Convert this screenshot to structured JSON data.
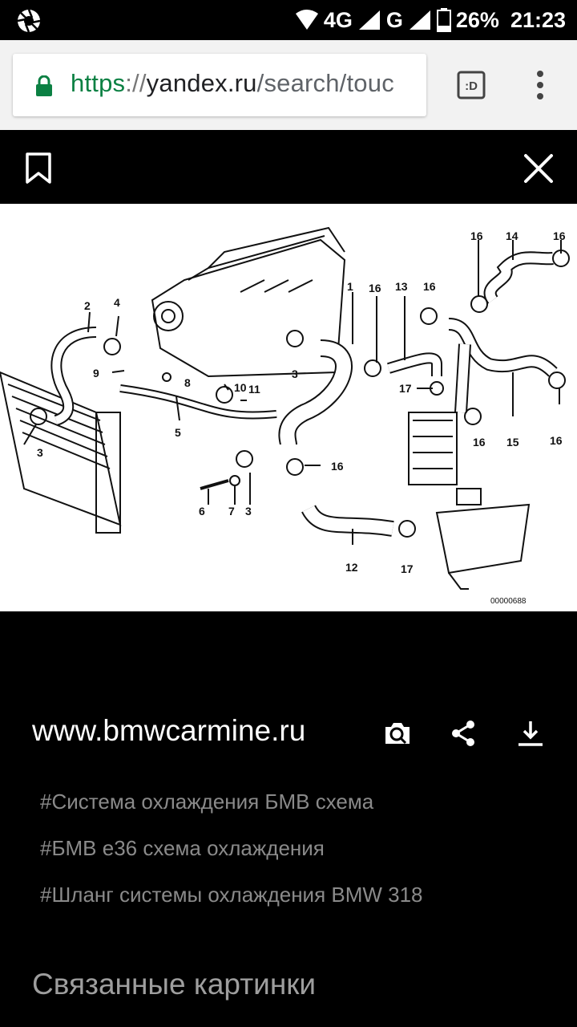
{
  "status_bar": {
    "network": "4G",
    "network2": "G",
    "battery": "26%",
    "time": "21:23"
  },
  "address_bar": {
    "scheme": "https",
    "separator": "://",
    "host": "yandex.ru",
    "path": "/search/touc",
    "tabs_label": ":D"
  },
  "viewer": {
    "diagram": {
      "part_numbers": [
        "1",
        "2",
        "3",
        "3",
        "3",
        "4",
        "5",
        "6",
        "7",
        "8",
        "9",
        "10",
        "11",
        "12",
        "13",
        "14",
        "15",
        "16",
        "16",
        "16",
        "16",
        "16",
        "16",
        "16",
        "17",
        "17"
      ],
      "drawing_number": "00000688"
    }
  },
  "image_info": {
    "source": "www.bmwcarmine.ru",
    "tags": [
      "#Система охлаждения БМВ схема",
      "#БМВ е36 схема охлаждения",
      "#Шланг системы охлаждения BMW 318"
    ],
    "related_title": "Связанные картинки"
  },
  "colors": {
    "secure_green": "#0b8043",
    "background": "#000000",
    "tag_text": "#8a8a8a"
  }
}
